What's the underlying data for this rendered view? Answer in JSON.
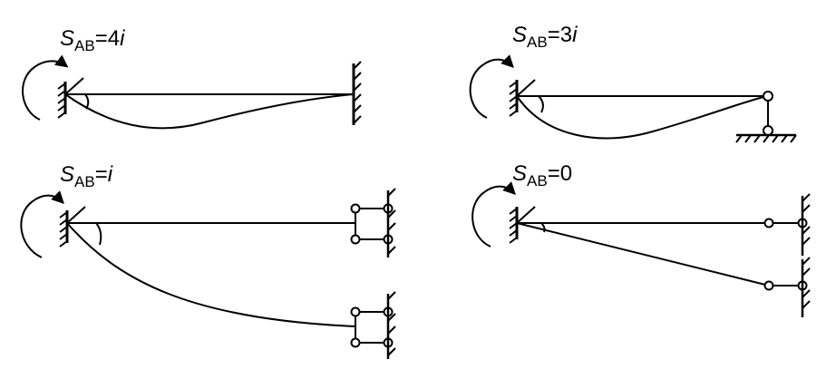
{
  "panels": [
    {
      "id": "fixed-fixed",
      "label": {
        "S": "S",
        "sub": "AB",
        "eq": "=",
        "num": "4",
        "var": "i"
      }
    },
    {
      "id": "fixed-pinned",
      "label": {
        "S": "S",
        "sub": "AB",
        "eq": "=",
        "num": "3",
        "var": "i"
      }
    },
    {
      "id": "fixed-guided",
      "label": {
        "S": "S",
        "sub": "AB",
        "eq": "=",
        "num": "",
        "var": "i"
      }
    },
    {
      "id": "fixed-free",
      "label": {
        "S": "S",
        "sub": "AB",
        "eq": "=",
        "num": "0",
        "var": ""
      }
    }
  ],
  "colors": {
    "stroke": "#000000",
    "background": "#ffffff"
  }
}
